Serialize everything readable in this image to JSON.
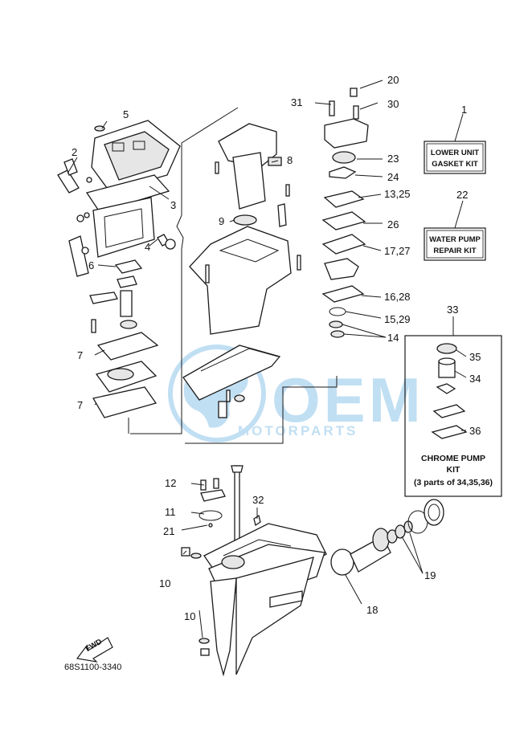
{
  "diagram_code": "68S1100-3340",
  "fwd_label": "FWD",
  "watermark": {
    "brand": "OEM",
    "sub": "MOTORPARTS",
    "color": "#8fc6ea"
  },
  "kits": {
    "lower_unit": [
      "LOWER UNIT",
      "GASKET KIT"
    ],
    "water_pump": [
      "WATER PUMP",
      "REPAIR KIT"
    ],
    "chrome_pump": [
      "CHROME PUMP",
      "KIT",
      "(3 parts of 34,35,36)"
    ]
  },
  "callouts": {
    "c1": "1",
    "c2": "2",
    "c3": "3",
    "c4": "4",
    "c5": "5",
    "c6": "6",
    "c7a": "7",
    "c7b": "7",
    "c8": "8",
    "c9": "9",
    "c10a": "10",
    "c10b": "10",
    "c11": "11",
    "c12": "12",
    "c13": "13,25",
    "c14": "14",
    "c15": "15,29",
    "c16": "16,28",
    "c17": "17,27",
    "c18": "18",
    "c19": "19",
    "c20": "20",
    "c21": "21",
    "c22": "22",
    "c23": "23",
    "c24": "24",
    "c26": "26",
    "c30": "30",
    "c31": "31",
    "c32": "32",
    "c33": "33",
    "c34": "34",
    "c35": "35",
    "c36": "36"
  }
}
